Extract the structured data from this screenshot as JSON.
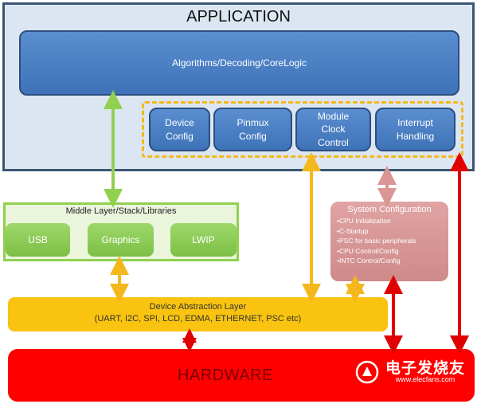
{
  "application": {
    "title": "APPLICATION",
    "core_box": "Algorithms/Decoding/CoreLogic",
    "modules": [
      "Device\nConfig",
      "Pinmux\nConfig",
      "Module\nClock\nControl",
      "Interrupt\nHandling"
    ]
  },
  "middle_layer": {
    "title": "Middle Layer/Stack/Libraries",
    "items": [
      "USB",
      "Graphics",
      "LWIP"
    ]
  },
  "system_configuration": {
    "title": "System Configuration",
    "items": [
      "•CPU Initialization",
      "•C-Startup",
      "•PSC for basic peripherals",
      "•CPU Control/Config",
      "•INTC Control/Config"
    ]
  },
  "dal": {
    "title": "Device Abstraction Layer",
    "subtitle": "(UART, I2C, SPI, LCD, EDMA, ETHERNET,  PSC etc)"
  },
  "hardware": {
    "label": "HARDWARE"
  },
  "watermark": {
    "text": "电子发烧友",
    "url": "www.elecfans.com"
  },
  "colors": {
    "frame": "#3b5673",
    "blue": "#4f81bd",
    "green": "#92d050",
    "orange": "#f9c30f",
    "pink": "#d99694",
    "red": "#ff0000"
  }
}
